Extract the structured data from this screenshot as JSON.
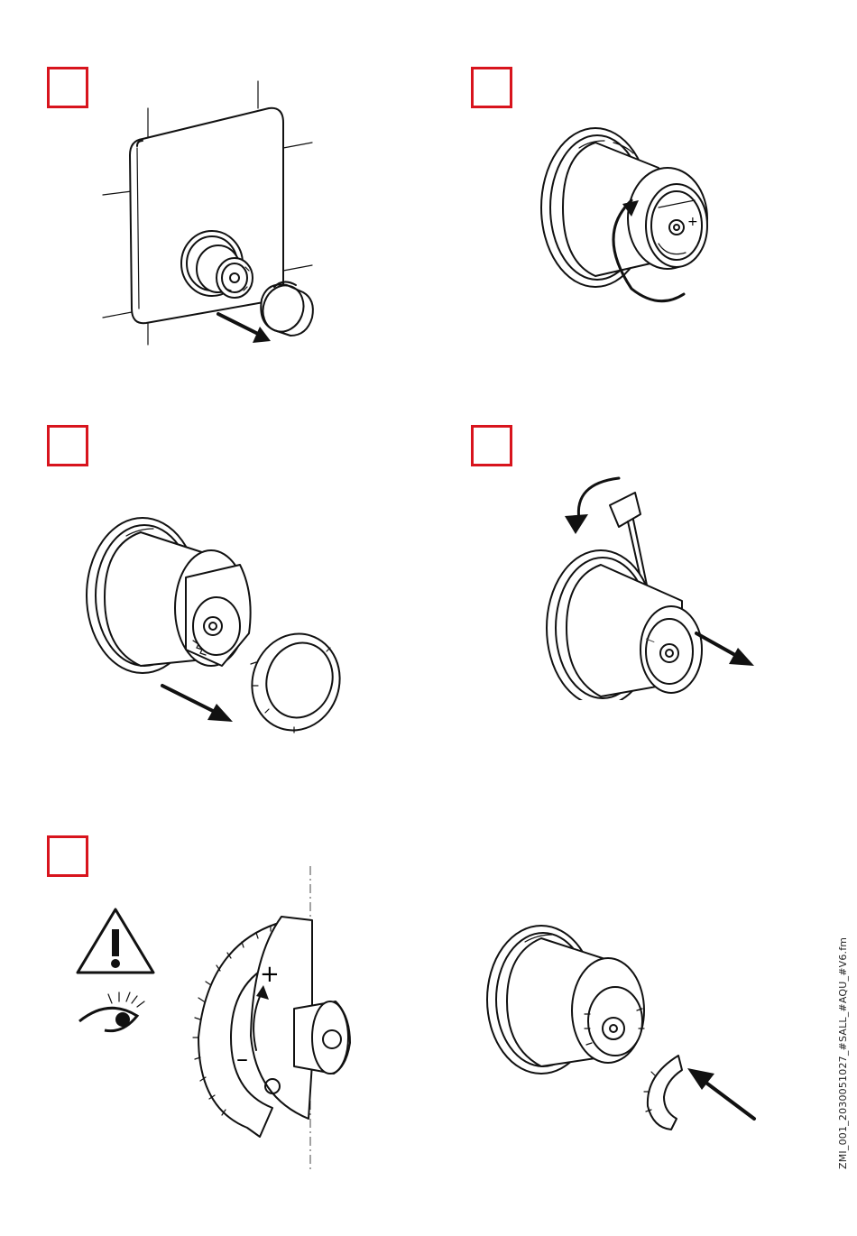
{
  "steps": [
    {
      "id": "step-1",
      "marker": "empty-red-square",
      "illustration": "cover-plate-remove-knob"
    },
    {
      "id": "step-2",
      "marker": "empty-red-square",
      "illustration": "rotate-thermostat-sleeve"
    },
    {
      "id": "step-3",
      "marker": "empty-red-square",
      "illustration": "remove-retaining-ring"
    },
    {
      "id": "step-4",
      "marker": "empty-red-square",
      "illustration": "pry-off-with-screwdriver"
    },
    {
      "id": "step-5",
      "marker": "empty-red-square",
      "illustration": "check-stop-ring-orientation"
    },
    {
      "id": "step-6",
      "marker": null,
      "illustration": "insert-stop-ring"
    }
  ],
  "icons": [
    "warning-triangle-icon",
    "eye-icon"
  ],
  "colors": {
    "marker_border": "#d8141d",
    "line": "#111111",
    "background": "#ffffff"
  },
  "dial_markings": {
    "plus": "+",
    "minus": "–"
  },
  "document_reference": "ZMI_001_2030051027_#SALL_#AQU_#V6.fm"
}
